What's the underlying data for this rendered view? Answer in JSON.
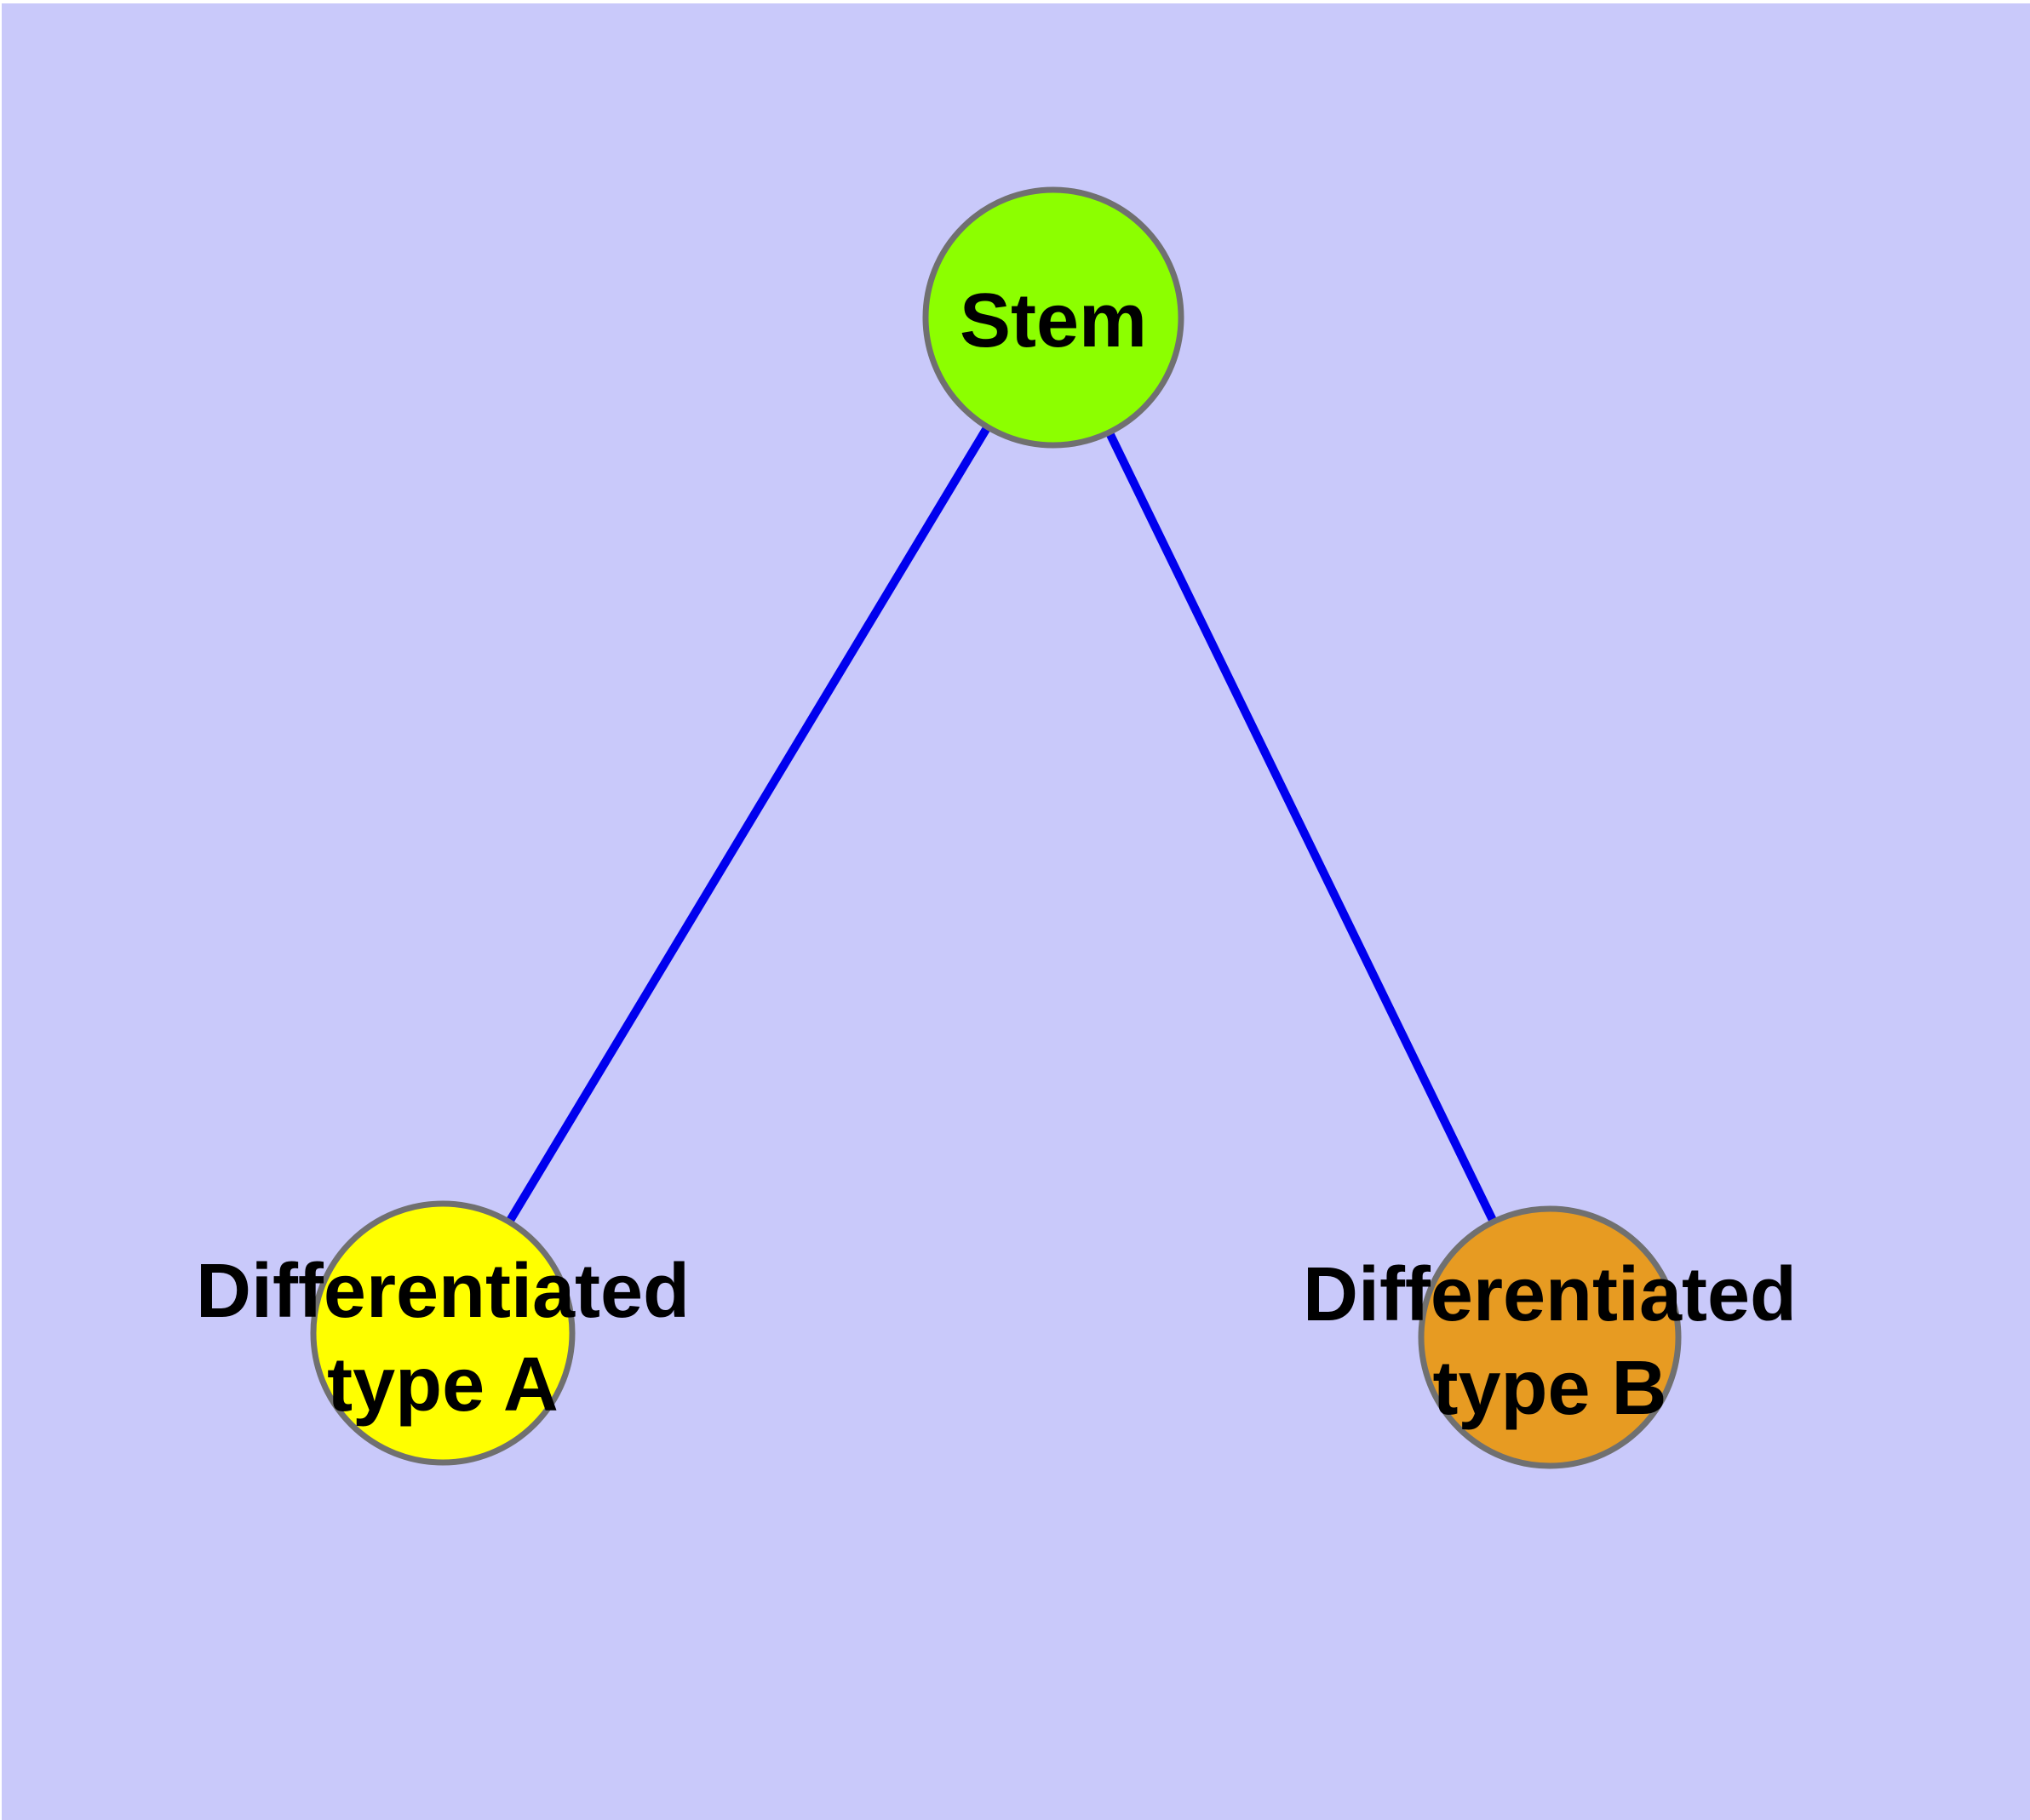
{
  "diagram": {
    "type": "node-link-graph",
    "background_color": "#C9C9FA",
    "canvas_margin_color": "#FFFFFF",
    "edge_color": "#0000EE",
    "node_border_color": "#707070",
    "label_color": "#000000",
    "nodes": {
      "stem": {
        "label": "Stem",
        "fill": "#8CFF00"
      },
      "type_a": {
        "label": "Differentiated type A",
        "line1": "Differentiated",
        "line2": "type A",
        "fill": "#FFFF00"
      },
      "type_b": {
        "label": "Differentiated type B",
        "line1": "Differentiated",
        "line2": "type B",
        "fill": "#E79B22"
      }
    },
    "edges": [
      {
        "from": "Stem",
        "to": "Differentiated type A"
      },
      {
        "from": "Stem",
        "to": "Differentiated type B"
      }
    ]
  }
}
